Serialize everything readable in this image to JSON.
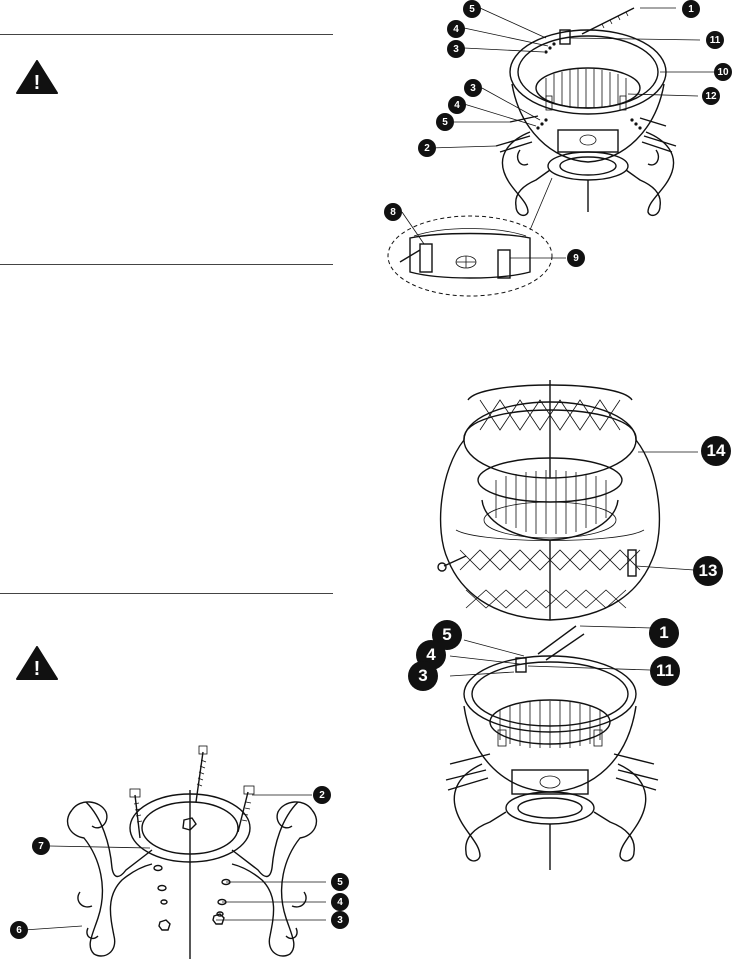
{
  "warnings": [
    {
      "symbol": "!"
    },
    {
      "symbol": "!"
    }
  ],
  "callouts": {
    "n1": "1",
    "n2": "2",
    "n3": "3",
    "n4": "4",
    "n5": "5",
    "n6": "6",
    "n7": "7",
    "n8": "8",
    "n9": "9",
    "n10": "10",
    "n11": "11",
    "n12": "12",
    "n13": "13",
    "n14": "14"
  }
}
